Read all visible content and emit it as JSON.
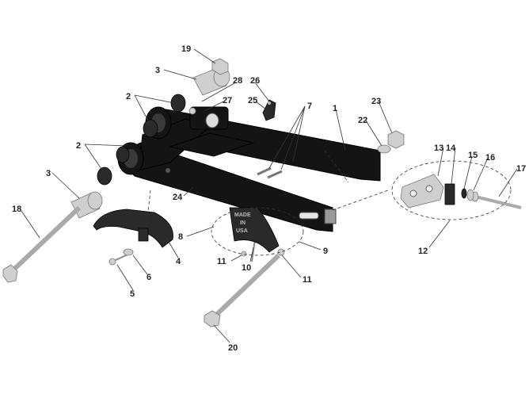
{
  "diagram": {
    "stamp_lines": [
      "MADE",
      "IN",
      "USA"
    ],
    "callouts": [
      {
        "id": "1",
        "text": "1"
      },
      {
        "id": "2a",
        "text": "2"
      },
      {
        "id": "2b",
        "text": "2"
      },
      {
        "id": "3a",
        "text": "3"
      },
      {
        "id": "3b",
        "text": "3"
      },
      {
        "id": "4",
        "text": "4"
      },
      {
        "id": "5",
        "text": "5"
      },
      {
        "id": "6",
        "text": "6"
      },
      {
        "id": "7",
        "text": "7"
      },
      {
        "id": "8",
        "text": "8"
      },
      {
        "id": "9",
        "text": "9"
      },
      {
        "id": "10",
        "text": "10"
      },
      {
        "id": "11a",
        "text": "11"
      },
      {
        "id": "11b",
        "text": "11"
      },
      {
        "id": "12",
        "text": "12"
      },
      {
        "id": "13",
        "text": "13"
      },
      {
        "id": "14",
        "text": "14"
      },
      {
        "id": "15",
        "text": "15"
      },
      {
        "id": "16",
        "text": "16"
      },
      {
        "id": "17",
        "text": "17"
      },
      {
        "id": "18",
        "text": "18"
      },
      {
        "id": "19",
        "text": "19"
      },
      {
        "id": "20",
        "text": "20"
      },
      {
        "id": "22",
        "text": "22"
      },
      {
        "id": "23",
        "text": "23"
      },
      {
        "id": "24",
        "text": "24"
      },
      {
        "id": "25",
        "text": "25"
      },
      {
        "id": "26",
        "text": "26"
      },
      {
        "id": "27",
        "text": "27"
      },
      {
        "id": "28",
        "text": "28"
      }
    ]
  }
}
